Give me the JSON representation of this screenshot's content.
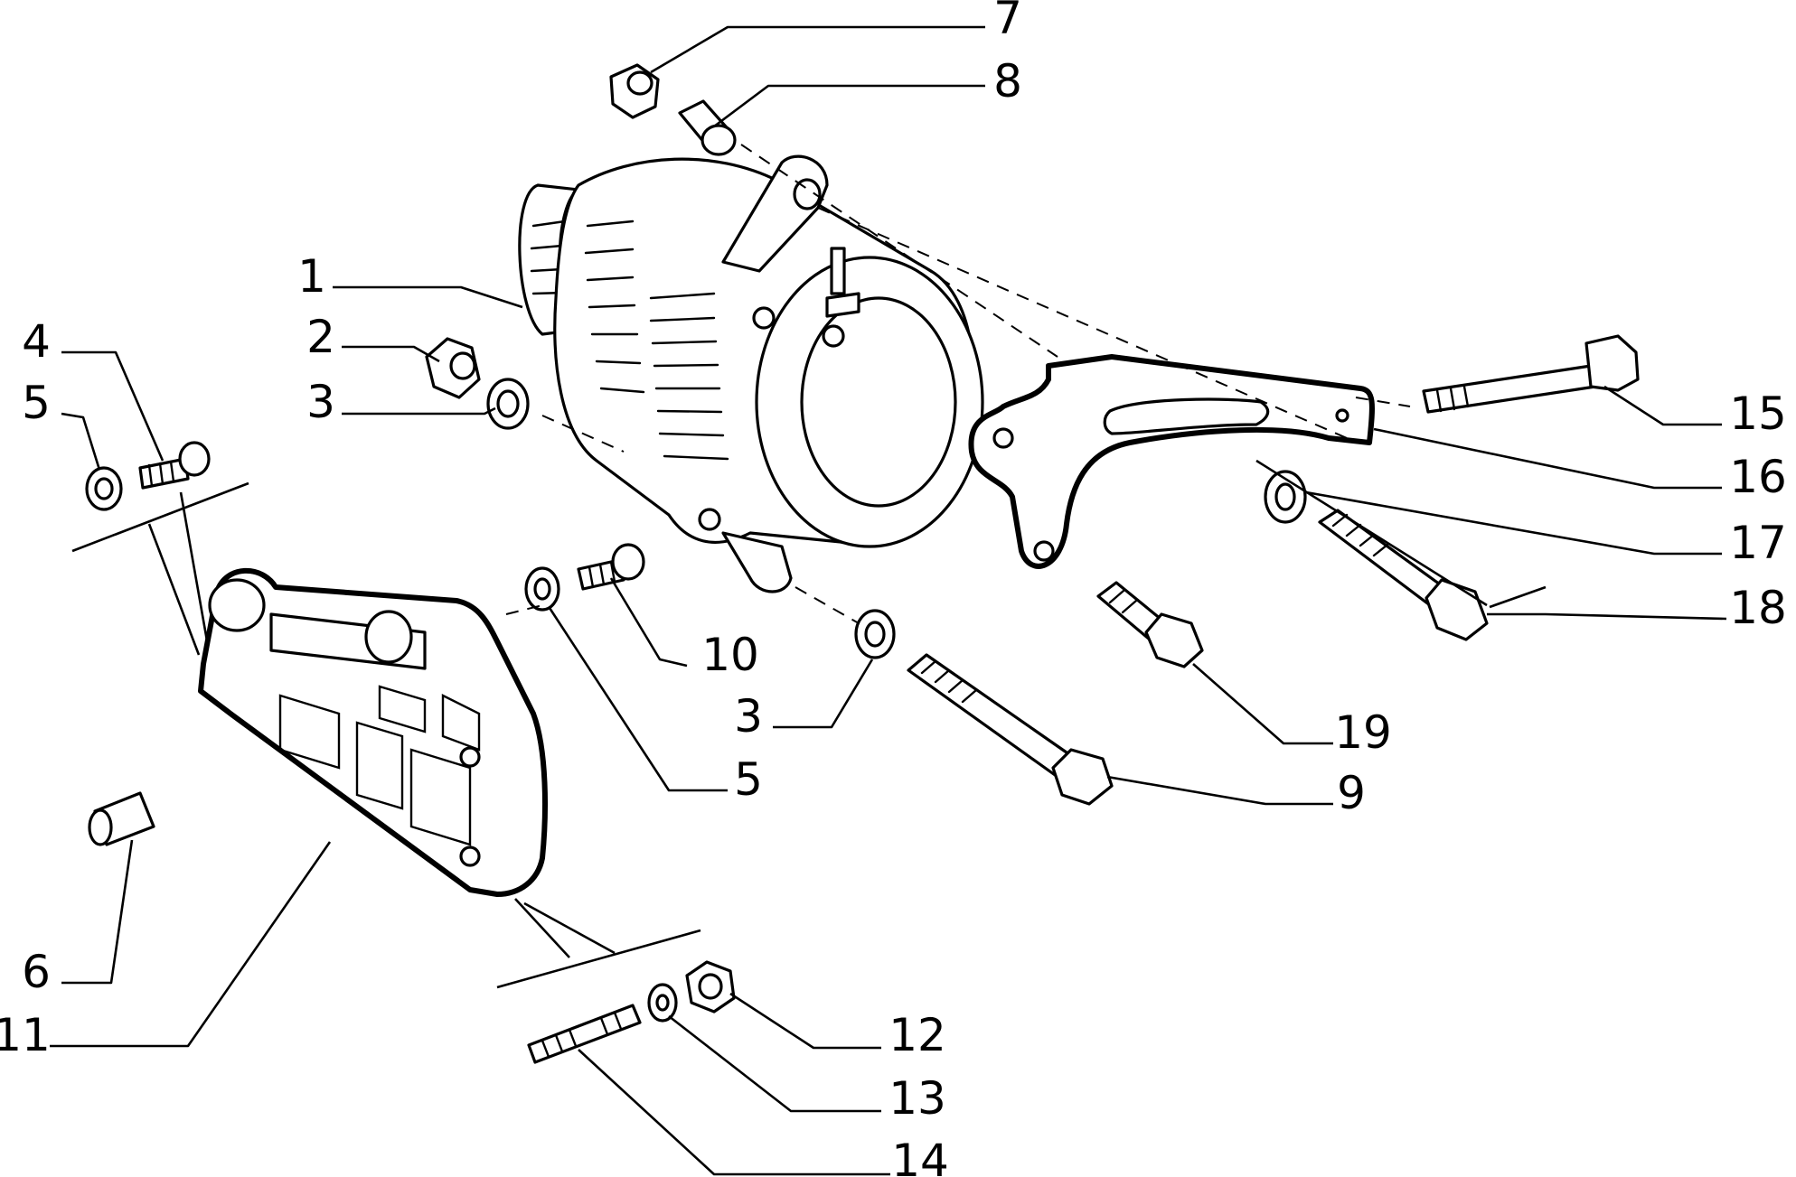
{
  "callouts": [
    {
      "id": "c1",
      "label": "1"
    },
    {
      "id": "c2",
      "label": "2"
    },
    {
      "id": "c3a",
      "label": "3"
    },
    {
      "id": "c4",
      "label": "4"
    },
    {
      "id": "c5a",
      "label": "5"
    },
    {
      "id": "c6",
      "label": "6"
    },
    {
      "id": "c7",
      "label": "7"
    },
    {
      "id": "c8",
      "label": "8"
    },
    {
      "id": "c10",
      "label": "10"
    },
    {
      "id": "c3b",
      "label": "3"
    },
    {
      "id": "c5b",
      "label": "5"
    },
    {
      "id": "c11",
      "label": "11"
    },
    {
      "id": "c12",
      "label": "12"
    },
    {
      "id": "c13",
      "label": "13"
    },
    {
      "id": "c14",
      "label": "14"
    },
    {
      "id": "c15",
      "label": "15"
    },
    {
      "id": "c16",
      "label": "16"
    },
    {
      "id": "c17",
      "label": "17"
    },
    {
      "id": "c18",
      "label": "18"
    },
    {
      "id": "c19",
      "label": "19"
    },
    {
      "id": "c9",
      "label": "9"
    }
  ]
}
